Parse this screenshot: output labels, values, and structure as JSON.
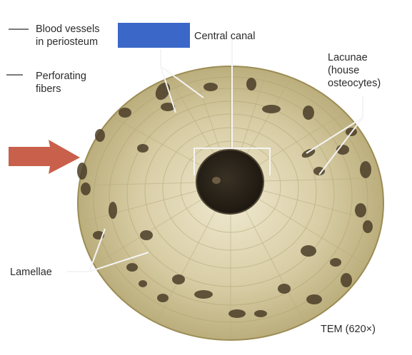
{
  "labels": {
    "blood_vessels_line1": "Blood vessels",
    "blood_vessels_line2": "in periosteum",
    "central_canal": "Central canal",
    "perforating_line1": "Perforating",
    "perforating_line2": "fibers",
    "lacunae_line1": "Lacunae",
    "lacunae_line2": "(house",
    "lacunae_line3": "osteocytes)",
    "lamellae": "Lamellae",
    "magnification": "TEM (620×)"
  },
  "colors": {
    "redaction_box": "#3a67c8",
    "osteon_fill": "#cfc29a",
    "canal_fill": "#2a2318",
    "arrow": "#c9604b",
    "leader_lines": "#f2f2f2"
  }
}
